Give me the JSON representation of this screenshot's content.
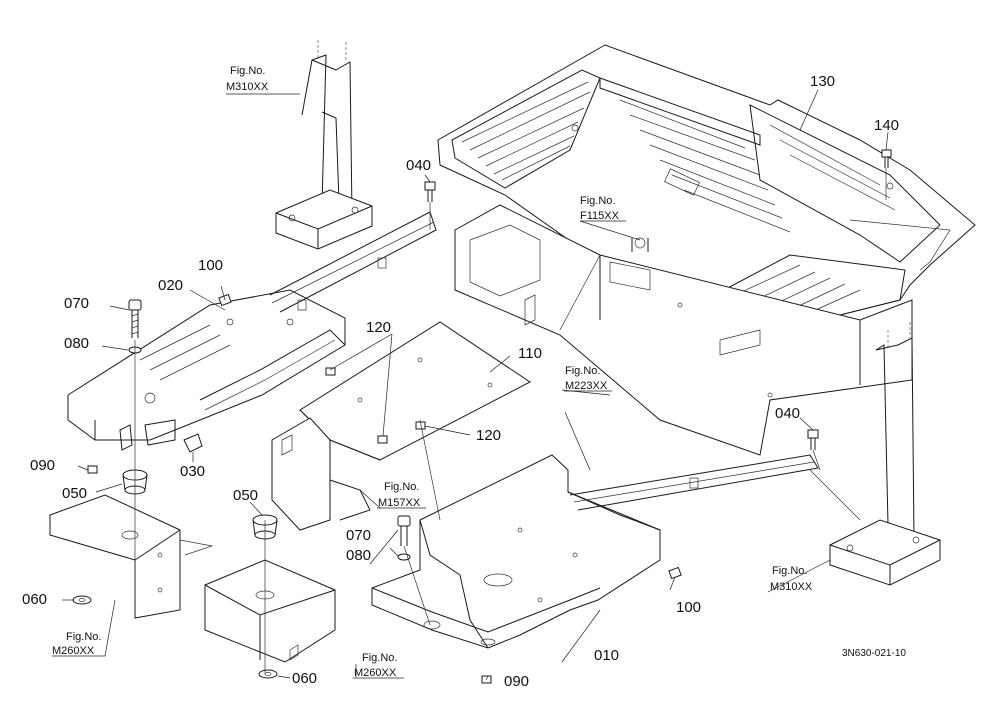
{
  "part_numbers": {
    "p010": "010",
    "p020": "020",
    "p030": "030",
    "p040a": "040",
    "p040b": "040",
    "p050a": "050",
    "p050b": "050",
    "p060a": "060",
    "p060b": "060",
    "p070a": "070",
    "p070b": "070",
    "p080a": "080",
    "p080b": "080",
    "p090a": "090",
    "p090b": "090",
    "p100a": "100",
    "p100b": "100",
    "p110": "110",
    "p120a": "120",
    "p120b": "120",
    "p130": "130",
    "p140": "140"
  },
  "figure_refs": {
    "m310_top": {
      "label": "Fig.No.",
      "code": "M310XX"
    },
    "f115": {
      "label": "Fig.No.",
      "code": "F115XX"
    },
    "m223": {
      "label": "Fig.No.",
      "code": "M223XX"
    },
    "m157": {
      "label": "Fig.No.",
      "code": "M157XX"
    },
    "m260_left": {
      "label": "Fig.No.",
      "code": "M260XX"
    },
    "m260_mid": {
      "label": "Fig.No.",
      "code": "M260XX"
    },
    "m310_right": {
      "label": "Fig.No.",
      "code": "M310XX"
    }
  },
  "drawing_code": "3N630-021-10"
}
